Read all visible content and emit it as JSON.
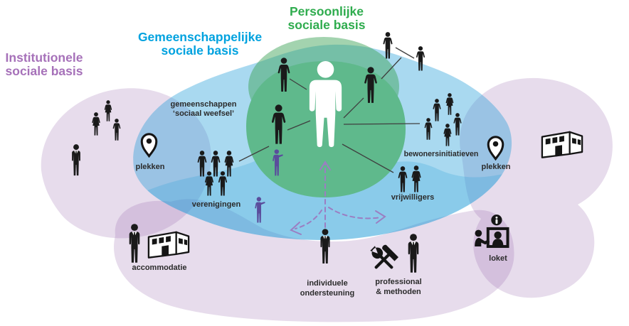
{
  "titles": {
    "persoonlijke": {
      "line1": "Persoonlijke",
      "line2": "sociale basis"
    },
    "gemeenschappelijke": {
      "line1": "Gemeenschappelijke",
      "line2": "sociale basis"
    },
    "institutionele": {
      "line1": "Institutionele",
      "line2": "sociale basis"
    }
  },
  "labels": {
    "gemeenschappen": {
      "line1": "gemeenschappen",
      "line2": "‘sociaal weefsel’"
    },
    "plekken_left": "plekken",
    "verenigingen": "verenigingen",
    "bewonersinitiatieven": "bewonersinitiatieven",
    "vrijwilligers": "vrijwilligers",
    "plekken_right": "plekken",
    "accommodatie": "accommodatie",
    "individuele": {
      "line1": "individuele",
      "line2": "ondersteuning"
    },
    "professional": {
      "line1": "professional",
      "line2": "& methoden"
    },
    "loket": "loket"
  },
  "colors": {
    "green_title": "#2fac4e",
    "blue_title": "#00a2df",
    "purple_title": "#a671b9",
    "green_main": "#5fb98c",
    "green_light": "#3ca254",
    "blue_base": "#1d9ad7",
    "purple_base": "#8e5ba6",
    "figure_black": "#1a1a1a",
    "figure_purple": "#5a4d9c",
    "arrow_purple": "#9b7ec2",
    "connector": "#3f3f3f",
    "label_text": "#2b2b2b",
    "icon_dark": "#151515",
    "central_figure": "#ffffff"
  },
  "icons": {
    "pin": "map-pin-icon",
    "building": "building-icon",
    "tools": "hammer-wrench-icon",
    "loket": "info-desk-icon",
    "person": "person-icon",
    "person_dress": "person-dress-icon",
    "person_tie": "person-tie-icon",
    "person_pointing": "person-pointing-icon",
    "central": "central-person-icon"
  }
}
